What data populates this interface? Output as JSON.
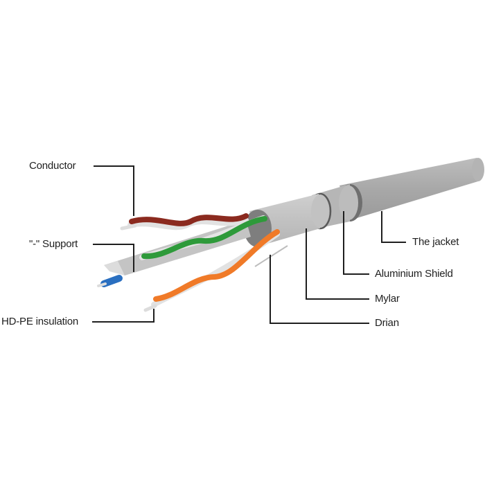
{
  "diagram": {
    "subject": "Shielded twisted-pair cable cross-section",
    "colors": {
      "background": "#ffffff",
      "jacket": "#a9a9a9",
      "jacket_dark": "#6f6f6f",
      "shield": "#b9b9b9",
      "mylar": "#c6c6c6",
      "pair_brown": "#8b2a1f",
      "pair_green": "#2e9a3a",
      "pair_orange": "#f07a28",
      "pair_blue": "#2a6fc0",
      "pair_white": "#e6e6e6",
      "leader_line": "#1e1e1e"
    },
    "labels_left": [
      {
        "id": "conductor",
        "text": "Conductor"
      },
      {
        "id": "support",
        "text": "\"-\" Support"
      },
      {
        "id": "insulation",
        "text": "HD-PE insulation"
      }
    ],
    "labels_right": [
      {
        "id": "jacket",
        "text": "The jacket"
      },
      {
        "id": "aluminium-shield",
        "text": "Aluminium Shield"
      },
      {
        "id": "mylar",
        "text": "Mylar"
      },
      {
        "id": "drain",
        "text": "Drian"
      }
    ]
  }
}
